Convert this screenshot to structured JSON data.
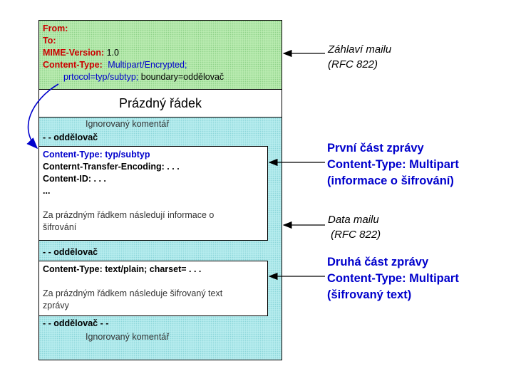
{
  "header": {
    "from": "From:",
    "to": "To:",
    "mime_key": "MIME-Version:",
    "mime_val": "1.0",
    "ct_key": "Content-Type:",
    "ct_val": "Multipart/Encrypted;",
    "protocol": "prtocol=typ/subtyp;",
    "boundary": " boundary=oddělovač"
  },
  "blank_line": "Prázdný řádek",
  "body": {
    "comment_top": "Ignorovaný komentář",
    "sep1": "- - oddělovač",
    "part1": {
      "line1": "Content-Type: typ/subtyp",
      "line2": "Conternt-Transfer-Encoding: . . .",
      "line3": "Content-ID: . . .",
      "line4": "...",
      "note1": "Za prázdným řádkem následují informace o",
      "note2": "šifrování"
    },
    "sep2": "- - oddělovač",
    "part2": {
      "line1": "Content-Type: text/plain; charset= . . .",
      "note1": "Za prázdným řádkem následuje šifrovaný  text",
      "note2": "zprávy"
    },
    "sep_end": "- - oddělovač - -",
    "comment_bottom": "Ignorovaný komentář"
  },
  "labels": {
    "header_1": "Záhlaví mailu",
    "header_2": "(RFC 822)",
    "first_1": "První část zprávy",
    "first_2": "Content-Type: Multipart",
    "first_3": "(informace o šifrování)",
    "data_1": "Data mailu",
    "data_2": " (RFC 822)",
    "second_1": "Druhá část zprávy",
    "second_2": "Content-Type: Multipart",
    "second_3": "(šifrovaný text)"
  },
  "colors": {
    "header_bg": "#b9ebb0",
    "body_bg": "#b6ecee",
    "accent_red": "#cc0000",
    "accent_blue": "#0000cc"
  }
}
